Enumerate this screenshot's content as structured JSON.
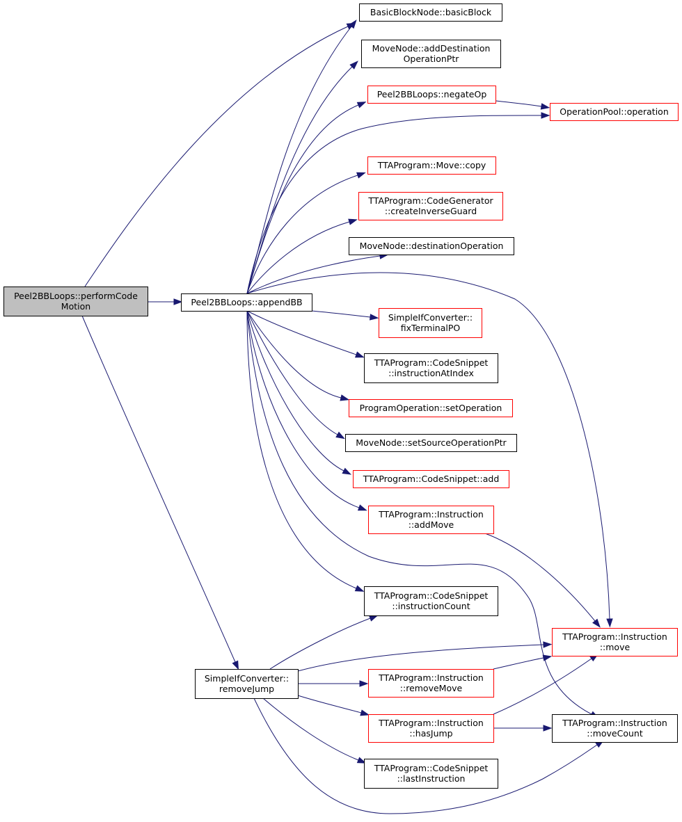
{
  "colors": {
    "edge": "#191970",
    "truncated_border": "#ff0000",
    "normal_border": "#000000",
    "root_fill": "#bfbfbf",
    "background": "#ffffff"
  },
  "nodes": [
    {
      "id": "performCodeMotion",
      "lines": [
        "Peel2BBLoops::performCode",
        "Motion"
      ],
      "style": "root"
    },
    {
      "id": "appendBB",
      "lines": [
        "Peel2BBLoops::appendBB"
      ],
      "style": "normal"
    },
    {
      "id": "removeJump",
      "lines": [
        "SimpleIfConverter::",
        "removeJump"
      ],
      "style": "normal"
    },
    {
      "id": "basicBlock",
      "lines": [
        "BasicBlockNode::basicBlock"
      ],
      "style": "normal"
    },
    {
      "id": "addDestinationOperationPtr",
      "lines": [
        "MoveNode::addDestination",
        "OperationPtr"
      ],
      "style": "normal"
    },
    {
      "id": "negateOp",
      "lines": [
        "Peel2BBLoops::negateOp"
      ],
      "style": "truncated"
    },
    {
      "id": "operation",
      "lines": [
        "OperationPool::operation"
      ],
      "style": "truncated"
    },
    {
      "id": "moveCopy",
      "lines": [
        "TTAProgram::Move::copy"
      ],
      "style": "truncated"
    },
    {
      "id": "createInverseGuard",
      "lines": [
        "TTAProgram::CodeGenerator",
        "::createInverseGuard"
      ],
      "style": "truncated"
    },
    {
      "id": "destinationOperation",
      "lines": [
        "MoveNode::destinationOperation"
      ],
      "style": "normal"
    },
    {
      "id": "fixTerminalPO",
      "lines": [
        "SimpleIfConverter::",
        "fixTerminalPO"
      ],
      "style": "truncated"
    },
    {
      "id": "instructionAtIndex",
      "lines": [
        "TTAProgram::CodeSnippet",
        "::instructionAtIndex"
      ],
      "style": "normal"
    },
    {
      "id": "setOperation",
      "lines": [
        "ProgramOperation::setOperation"
      ],
      "style": "truncated"
    },
    {
      "id": "setSourceOperationPtr",
      "lines": [
        "MoveNode::setSourceOperationPtr"
      ],
      "style": "normal"
    },
    {
      "id": "snippetAdd",
      "lines": [
        "TTAProgram::CodeSnippet::add"
      ],
      "style": "truncated"
    },
    {
      "id": "addMove",
      "lines": [
        "TTAProgram::Instruction",
        "::addMove"
      ],
      "style": "truncated"
    },
    {
      "id": "instructionCount",
      "lines": [
        "TTAProgram::CodeSnippet",
        "::instructionCount"
      ],
      "style": "normal"
    },
    {
      "id": "instrMove",
      "lines": [
        "TTAProgram::Instruction",
        "::move"
      ],
      "style": "truncated"
    },
    {
      "id": "removeMove",
      "lines": [
        "TTAProgram::Instruction",
        "::removeMove"
      ],
      "style": "truncated"
    },
    {
      "id": "hasJump",
      "lines": [
        "TTAProgram::Instruction",
        "::hasJump"
      ],
      "style": "truncated"
    },
    {
      "id": "moveCount",
      "lines": [
        "TTAProgram::Instruction",
        "::moveCount"
      ],
      "style": "normal"
    },
    {
      "id": "lastInstruction",
      "lines": [
        "TTAProgram::CodeSnippet",
        "::lastInstruction"
      ],
      "style": "normal"
    }
  ],
  "edges": [
    [
      "performCodeMotion",
      "basicBlock"
    ],
    [
      "performCodeMotion",
      "appendBB"
    ],
    [
      "performCodeMotion",
      "removeJump"
    ],
    [
      "appendBB",
      "basicBlock"
    ],
    [
      "appendBB",
      "addDestinationOperationPtr"
    ],
    [
      "appendBB",
      "negateOp"
    ],
    [
      "appendBB",
      "operation"
    ],
    [
      "appendBB",
      "moveCopy"
    ],
    [
      "appendBB",
      "createInverseGuard"
    ],
    [
      "appendBB",
      "destinationOperation"
    ],
    [
      "appendBB",
      "instrMove"
    ],
    [
      "appendBB",
      "fixTerminalPO"
    ],
    [
      "appendBB",
      "instructionAtIndex"
    ],
    [
      "appendBB",
      "setOperation"
    ],
    [
      "appendBB",
      "setSourceOperationPtr"
    ],
    [
      "appendBB",
      "snippetAdd"
    ],
    [
      "appendBB",
      "addMove"
    ],
    [
      "appendBB",
      "instructionCount"
    ],
    [
      "appendBB",
      "moveCount"
    ],
    [
      "negateOp",
      "operation"
    ],
    [
      "addMove",
      "instrMove"
    ],
    [
      "removeJump",
      "instructionCount"
    ],
    [
      "removeJump",
      "instrMove"
    ],
    [
      "removeJump",
      "removeMove"
    ],
    [
      "removeJump",
      "hasJump"
    ],
    [
      "removeJump",
      "lastInstruction"
    ],
    [
      "removeJump",
      "moveCount"
    ],
    [
      "removeMove",
      "instrMove"
    ],
    [
      "hasJump",
      "instrMove"
    ],
    [
      "hasJump",
      "moveCount"
    ]
  ]
}
